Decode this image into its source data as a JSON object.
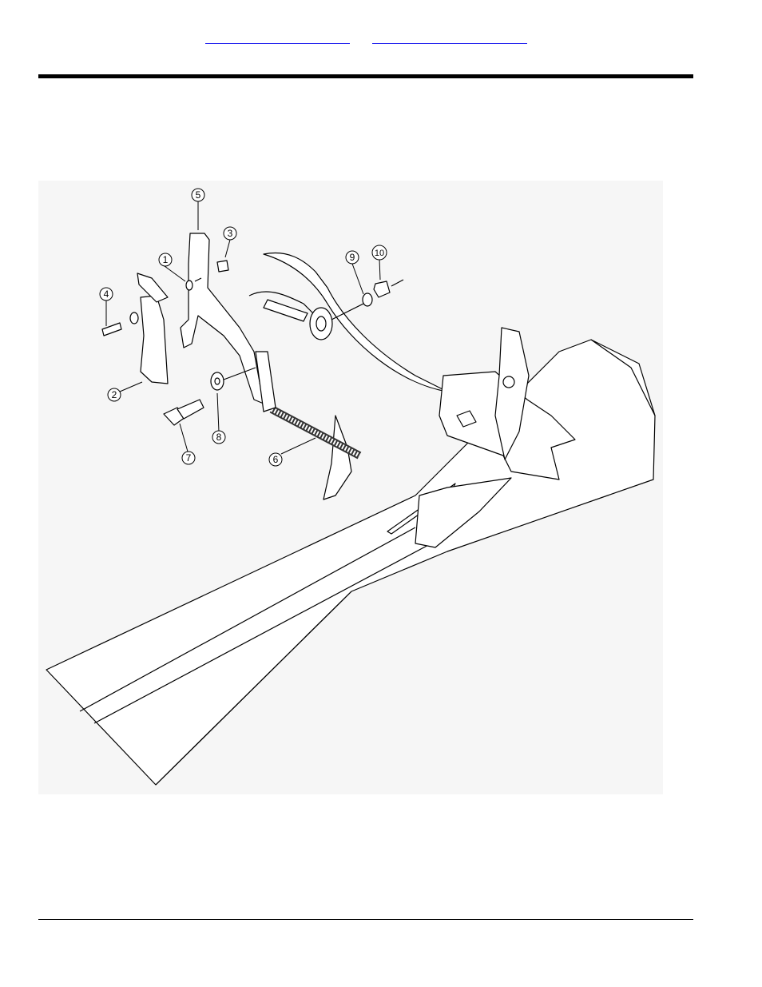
{
  "header": {
    "links": [
      {
        "label": ""
      },
      {
        "label": ""
      }
    ]
  },
  "diagram": {
    "callouts": [
      "1",
      "2",
      "3",
      "4",
      "5",
      "6",
      "7",
      "8",
      "9",
      "10"
    ]
  },
  "colors": {
    "line": "#000000",
    "link": "#1a1aee",
    "shade": "#f2f2f2"
  }
}
